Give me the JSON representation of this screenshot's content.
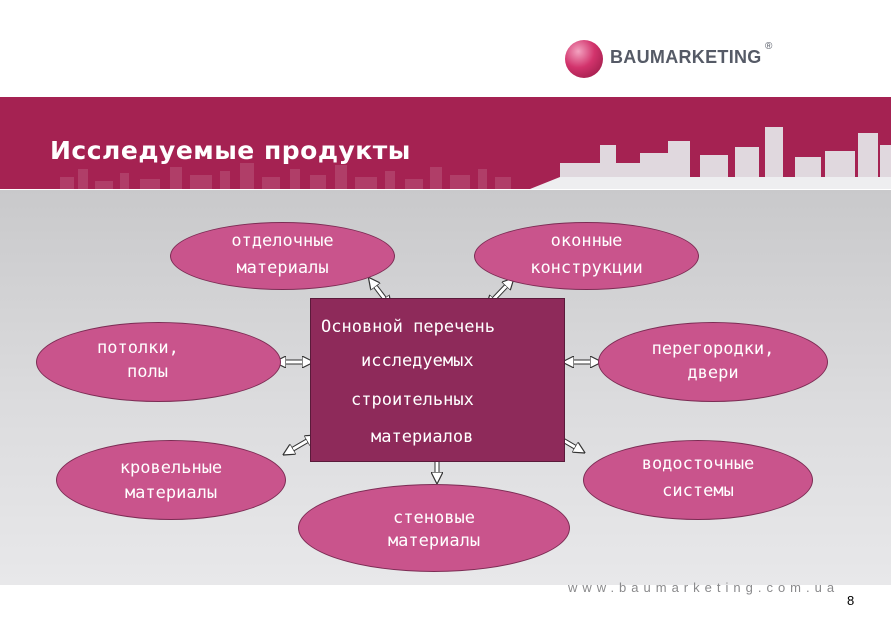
{
  "brand": {
    "name": "BAUMARKETING",
    "registered": "®",
    "website": "www.baumarketing.com.ua"
  },
  "slide": {
    "title": "Исследуемые продукты",
    "page_number": "8"
  },
  "diagram": {
    "center": {
      "line1": "Основной перечень",
      "line2": "исследуемых",
      "line3": "строительных",
      "line4": "материалов"
    },
    "nodes": {
      "finishing": {
        "line1": "отделочные",
        "line2": "материалы"
      },
      "windows": {
        "line1": "оконные",
        "line2": "конструкции"
      },
      "ceilings": {
        "line1": "потолки,",
        "line2": "полы"
      },
      "partitions": {
        "line1": "перегородки,",
        "line2": "двери"
      },
      "roofing": {
        "line1": "кровельные",
        "line2": "материалы"
      },
      "drainage": {
        "line1": "водосточные",
        "line2": "системы"
      },
      "walls": {
        "line1": "стеновые",
        "line2": "материалы"
      }
    }
  },
  "colors": {
    "banner": "#a52252",
    "center_box": "#8e2a5a",
    "node_fill": "#c9548c",
    "panel": "#d6d6d8"
  }
}
